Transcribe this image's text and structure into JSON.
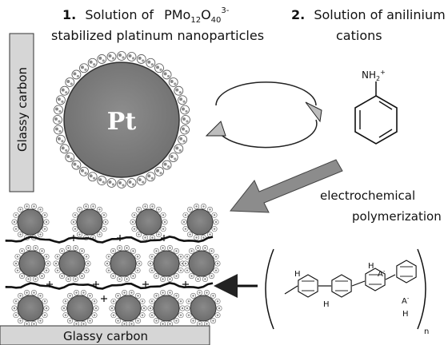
{
  "title_left": {
    "number": "1.",
    "line1_prefix": "Solution of",
    "formula": {
      "p": "PMo",
      "s1": "12",
      "o": "O",
      "s2": "40",
      "charge": "3-"
    },
    "line2": "stabilized platinum nanoparticles"
  },
  "title_right": {
    "number": "2.",
    "line1": "Solution of anilinium",
    "line2": "cations"
  },
  "glassy_carbon_vertical": "Glassy carbon",
  "glassy_carbon_bottom": "Glassy carbon",
  "pt_label": "Pt",
  "aniline": {
    "group": "NH",
    "sub": "2",
    "sup": "+"
  },
  "electrochem": {
    "line1": "electrochemical",
    "line2": "polymerization"
  },
  "polymer": {
    "h_label": "H",
    "a_label": "A",
    "a_charge": "-",
    "n_label": "n"
  },
  "colors": {
    "substrate": "#d6d6d6",
    "pt_core": "#7a7a7a",
    "arrow": "#888888",
    "shell": "#9a9a9a"
  },
  "icons": {
    "cycle": "circular-arrows-icon",
    "benzene": "benzene-ring-icon",
    "arrow": "diagonal-arrow-icon"
  }
}
